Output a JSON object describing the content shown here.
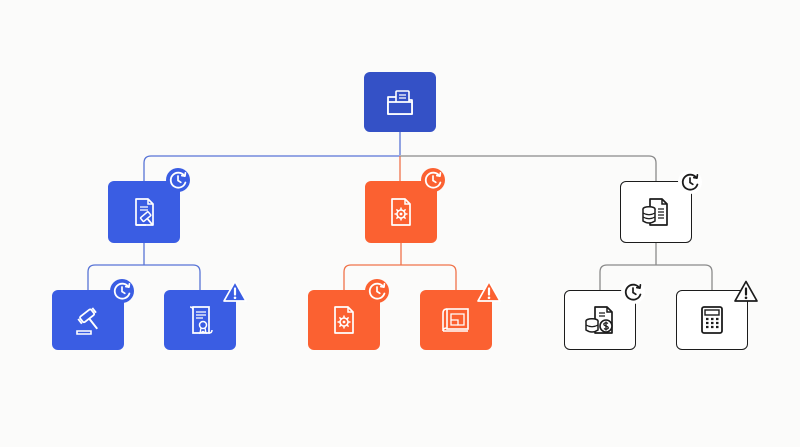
{
  "colors": {
    "root": "#3451c6",
    "blue": "#3a5de3",
    "orange": "#fb6131",
    "outline": "#1c1c1c",
    "white": "#ffffff",
    "blue_line": "#5874d6",
    "orange_line": "#f0734a",
    "grey_line": "#8a8a8a",
    "background": "#fbfbfa"
  },
  "diagram": {
    "root": {
      "icon": "folder-document-icon",
      "style": "root"
    },
    "branches": [
      {
        "id": "legal",
        "style": "blue",
        "parent": {
          "icon": "document-gavel-icon",
          "badge": "clock-refresh-icon"
        },
        "children": [
          {
            "icon": "gavel-icon",
            "badge": "clock-refresh-icon"
          },
          {
            "icon": "certificate-scroll-icon",
            "badge": "warning-icon"
          }
        ]
      },
      {
        "id": "technical",
        "style": "orange",
        "parent": {
          "icon": "document-gear-icon",
          "badge": "clock-refresh-icon"
        },
        "children": [
          {
            "icon": "document-gear-icon",
            "badge": "clock-refresh-icon"
          },
          {
            "icon": "blueprint-icon",
            "badge": "warning-icon"
          }
        ]
      },
      {
        "id": "financial",
        "style": "outline",
        "parent": {
          "icon": "document-coins-icon",
          "badge": "clock-refresh-icon"
        },
        "children": [
          {
            "icon": "document-dollar-coins-icon",
            "badge": "clock-refresh-icon"
          },
          {
            "icon": "calculator-icon",
            "badge": "warning-icon"
          }
        ]
      }
    ]
  }
}
